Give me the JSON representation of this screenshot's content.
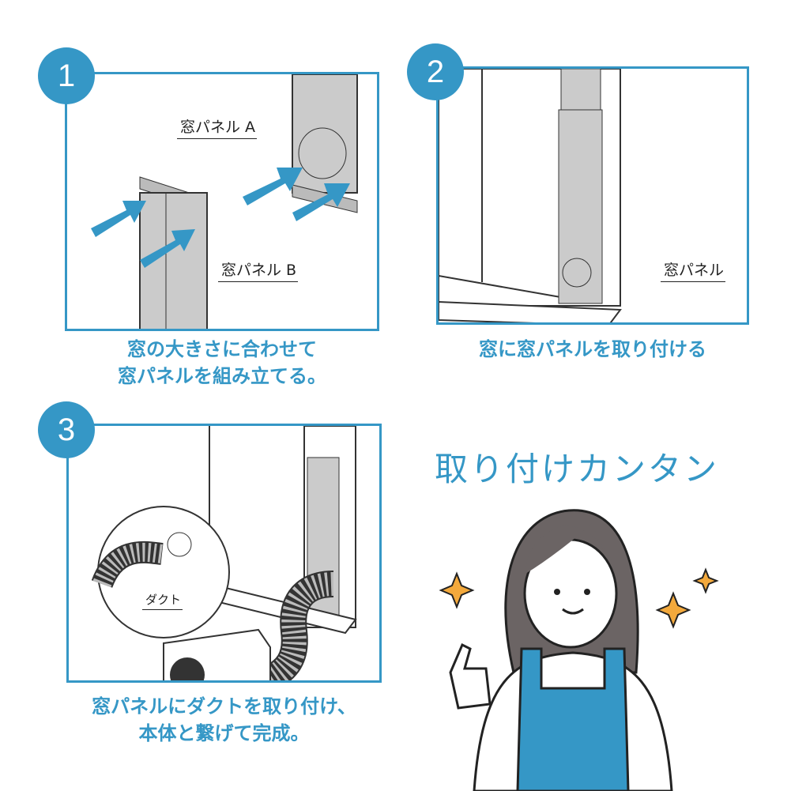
{
  "accent_color": "#3597c6",
  "steps": [
    {
      "number": "1",
      "labels": {
        "panel_a": "窓パネル A",
        "panel_b": "窓パネル B"
      },
      "caption_lines": [
        "窓の大きさに合わせて",
        "窓パネルを組み立てる。"
      ]
    },
    {
      "number": "2",
      "labels": {
        "panel": "窓パネル"
      },
      "caption_lines": [
        "窓に窓パネルを取り付ける"
      ]
    },
    {
      "number": "3",
      "labels": {
        "duct": "ダクト"
      },
      "caption_lines": [
        "窓パネルにダクトを取り付け、",
        "本体と繋げて完成。"
      ]
    }
  ],
  "headline": "取り付けカンタン"
}
